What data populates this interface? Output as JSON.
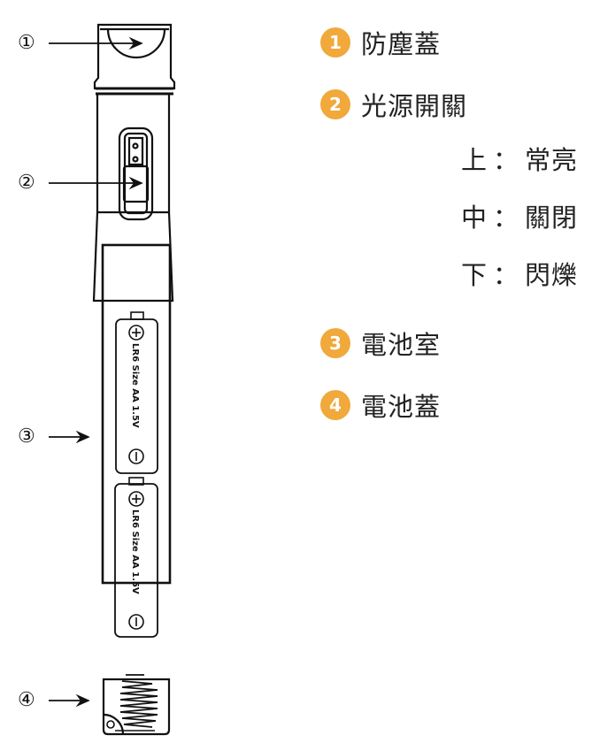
{
  "diagram": {
    "callouts": [
      {
        "id": "1",
        "symbol": "①"
      },
      {
        "id": "2",
        "symbol": "②"
      },
      {
        "id": "3",
        "symbol": "③"
      },
      {
        "id": "4",
        "symbol": "④"
      }
    ],
    "battery": {
      "label": "LR6 Size AA 1.5V",
      "plus": "+",
      "minus": "−"
    }
  },
  "legend": {
    "accent_color": "#F0A93A",
    "items": [
      {
        "number": "1",
        "label": "防塵蓋"
      },
      {
        "number": "2",
        "label": "光源開關"
      },
      {
        "number": "3",
        "label": "電池室"
      },
      {
        "number": "4",
        "label": "電池蓋"
      }
    ],
    "switch_modes": [
      {
        "position": "上",
        "separator": "：",
        "mode": "常亮"
      },
      {
        "position": "中",
        "separator": "：",
        "mode": "關閉"
      },
      {
        "position": "下",
        "separator": "：",
        "mode": "閃爍"
      }
    ]
  }
}
